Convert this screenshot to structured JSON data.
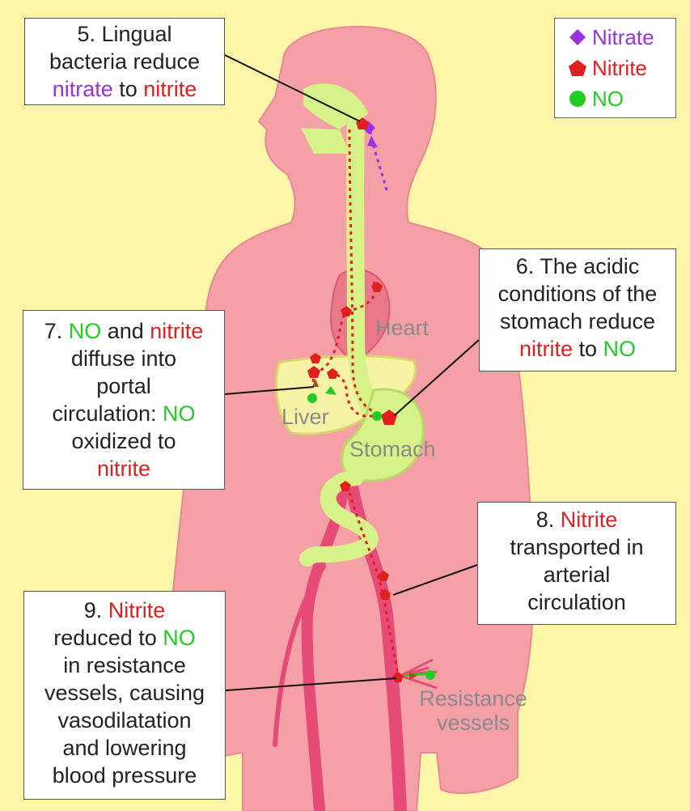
{
  "legend": {
    "items": [
      {
        "label": "Nitrate",
        "color": "#9b30e0",
        "shape": "diamond"
      },
      {
        "label": "Nitrite",
        "color": "#e02020",
        "shape": "pentagon"
      },
      {
        "label": "NO",
        "color": "#22cc22",
        "shape": "circle"
      }
    ]
  },
  "colors": {
    "background": "#fdf6a8",
    "body": "#f4a0a6",
    "gut": "#d8f28a",
    "vessel": "#e64b77",
    "nitrate": "#9b30e0",
    "nitrite": "#e02020",
    "no": "#22cc22"
  },
  "step5": {
    "line1": "5. Lingual",
    "line2": "bacteria reduce",
    "nitrate": "nitrate",
    "to": " to ",
    "nitrite": "nitrite"
  },
  "step6": {
    "line1": "6. The acidic",
    "line2": "conditions of the",
    "line3": "stomach reduce",
    "nitrite": "nitrite",
    "to": " to ",
    "no": "NO"
  },
  "step7": {
    "prefix": "7. ",
    "no1": "NO",
    "and": " and ",
    "nitrite1": "nitrite",
    "line2": "diffuse into",
    "line3": "portal",
    "line4_prefix": "circulation: ",
    "no2": "NO",
    "line5": "oxidized to",
    "nitrite2": "nitrite"
  },
  "step8": {
    "prefix": "8. ",
    "nitrite": "Nitrite",
    "line2": "transported in",
    "line3": "arterial",
    "line4": "circulation"
  },
  "step9": {
    "prefix": "9. ",
    "nitrite": "Nitrite",
    "line2_prefix": "reduced to ",
    "no": "NO",
    "line3": "in resistance",
    "line4": "vessels, causing",
    "line5": "vasodilatation",
    "line6": "and lowering",
    "line7": "blood pressure"
  },
  "organs": {
    "heart": "Heart",
    "liver": "Liver",
    "stomach": "Stomach",
    "resistance_line1": "Resistance",
    "resistance_line2": "vessels"
  }
}
